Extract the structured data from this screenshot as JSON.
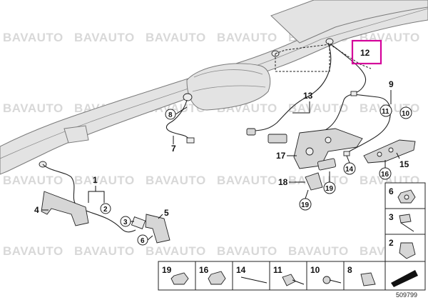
{
  "watermark": "BAVAUTO",
  "diagram_id": "509799",
  "callouts": {
    "c1": "1",
    "c2": "2",
    "c3": "3",
    "c4": "4",
    "c5": "5",
    "c6": "6",
    "c7": "7",
    "c8": "8",
    "c9": "9",
    "c10": "10",
    "c11": "11",
    "c12": "12",
    "c13": "13",
    "c14": "14",
    "c15": "15",
    "c16": "16",
    "c17": "17",
    "c18": "18",
    "c19": "19"
  },
  "legend_bottom": [
    "19",
    "16",
    "14",
    "11",
    "10",
    "8"
  ],
  "legend_side": [
    "6",
    "3",
    "2"
  ],
  "highlight_color": "#d4009a"
}
